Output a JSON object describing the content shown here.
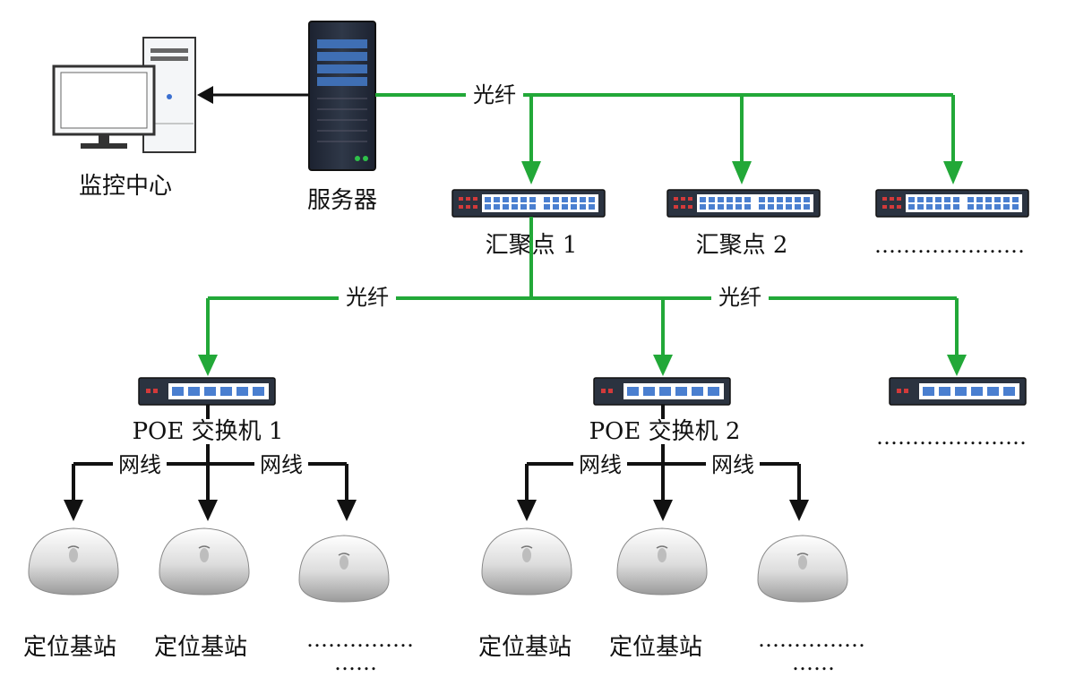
{
  "nodes": {
    "monitor_center": "监控中心",
    "server": "服务器",
    "aggregation_1": "汇聚点 1",
    "aggregation_2": "汇聚点 2",
    "aggregation_more": "…………………",
    "poe_switch_1": "POE 交换机 1",
    "poe_switch_2": "POE 交换机 2",
    "poe_switch_more": "…………………",
    "base_station": "定位基站",
    "base_station_more_dots": "……………",
    "base_station_more_dots2": "……"
  },
  "links": {
    "fiber": "光纤",
    "cable": "网线"
  },
  "colors": {
    "fiber_line": "#22a838",
    "cable_line": "#111111",
    "device_dark": "#2b3340",
    "port_blue": "#4a7fd0"
  }
}
